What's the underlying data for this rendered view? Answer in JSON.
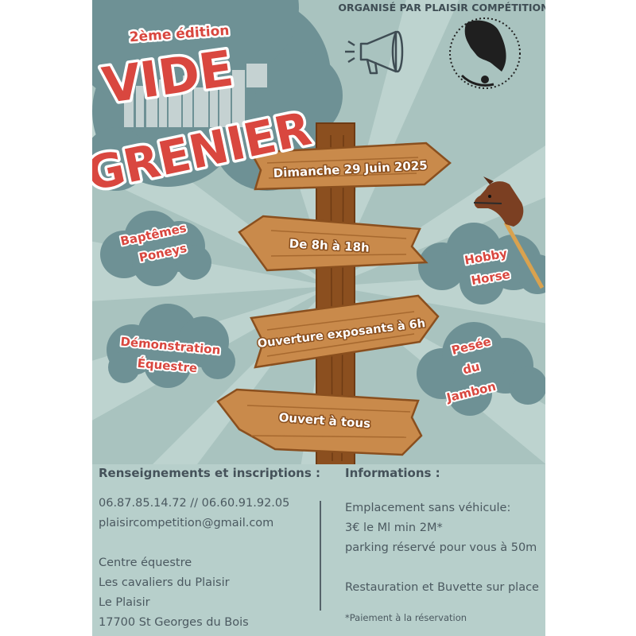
{
  "header": {
    "organizer": "ORGANISÉ PAR PLAISIR COMPÉTITION",
    "edition": "2ème édition",
    "title_line1": "VIDE",
    "title_line2": "GRENIER"
  },
  "signs": {
    "date": "Dimanche 29 Juin 2025",
    "hours": "De 8h à 18h",
    "exhibitors": "Ouverture exposants à  6h",
    "open": "Ouvert à tous"
  },
  "clouds": {
    "ponies_l1": "Baptêmes",
    "ponies_l2": "Poneys",
    "demo_l1": "Démonstration",
    "demo_l2": "Équestre",
    "hobby_l1": "Hobby",
    "hobby_l2": "Horse",
    "ham_l1": "Pesée",
    "ham_l2": "du",
    "ham_l3": "Jambon"
  },
  "contact": {
    "heading": "Renseignements et inscriptions :",
    "phones": "06.87.85.14.72 // 06.60.91.92.05",
    "email": "plaisircompetition@gmail.com",
    "venue_l1": "Centre équestre",
    "venue_l2": "Les cavaliers du Plaisir",
    "venue_l3": "Le Plaisir",
    "venue_l4": "17700 St Georges du Bois"
  },
  "info": {
    "heading": "Informations :",
    "l1": "Emplacement sans véhicule:",
    "l2": "3€ le Ml min 2M*",
    "l3": "parking réservé pour vous à 50m",
    "l4": "Restauration et Buvette sur place",
    "note": "*Paiement à la réservation"
  },
  "colors": {
    "background": "#a9c3bf",
    "rays": "#bdd3cf",
    "cloud": "#6e9195",
    "accent_red": "#d9473f",
    "wood": "#c98a4b",
    "post": "#8b4f1f"
  },
  "icons": {
    "megaphone": "megaphone-icon",
    "logo": "horse-head-logo",
    "hobby_horse": "hobby-horse-icon"
  }
}
